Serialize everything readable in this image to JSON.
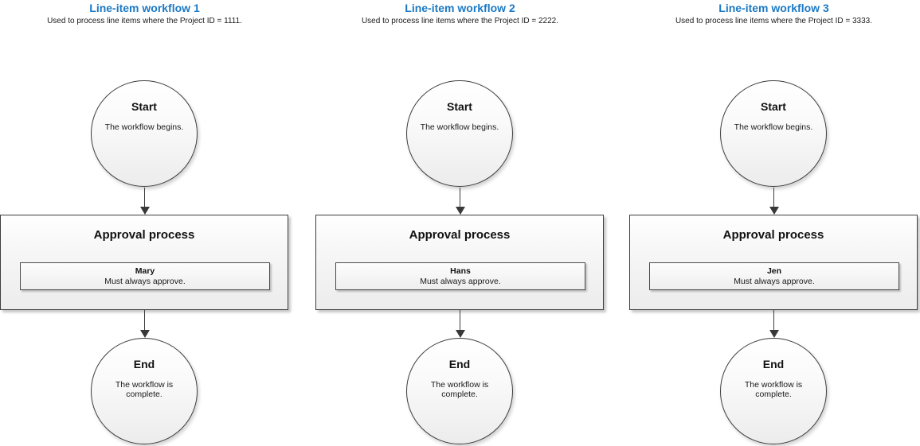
{
  "colors": {
    "accent_blue": "#1b79c4",
    "text_dark": "#1a1a1a",
    "shape_border": "#3d3d3d"
  },
  "workflows": [
    {
      "title": "Line-item workflow 1",
      "subtitle": "Used to process line items where the Project ID = 1111.",
      "start": {
        "label": "Start",
        "description": "The workflow begins."
      },
      "approval": {
        "label": "Approval process",
        "approver_name": "Mary",
        "approver_rule": "Must always approve."
      },
      "end": {
        "label": "End",
        "description": "The workflow is complete."
      }
    },
    {
      "title": "Line-item workflow 2",
      "subtitle": "Used to process line items where the Project ID = 2222.",
      "start": {
        "label": "Start",
        "description": "The workflow begins."
      },
      "approval": {
        "label": "Approval process",
        "approver_name": "Hans",
        "approver_rule": "Must always approve."
      },
      "end": {
        "label": "End",
        "description": "The workflow is complete."
      }
    },
    {
      "title": "Line-item workflow 3",
      "subtitle": "Used to process line items where the Project ID = 3333.",
      "start": {
        "label": "Start",
        "description": "The workflow begins."
      },
      "approval": {
        "label": "Approval process",
        "approver_name": "Jen",
        "approver_rule": "Must always approve."
      },
      "end": {
        "label": "End",
        "description": "The workflow is complete."
      }
    }
  ]
}
